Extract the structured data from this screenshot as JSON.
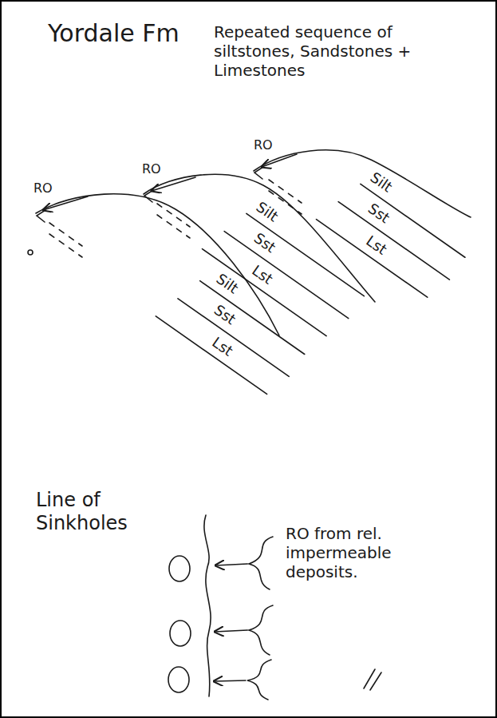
{
  "diagram": {
    "title": "Yordale Fm",
    "labels": [
      "Repeated sequence of siltstones, Sandstones + Limestones",
      "RO",
      "RO",
      "RO",
      "Silt",
      "Sst",
      "Lst",
      "Silt",
      "Sst",
      "Lst",
      "Silt",
      "Sst",
      "Lst",
      "Line of Sinkholes",
      "RO from rel. impermeable deposits."
    ]
  }
}
